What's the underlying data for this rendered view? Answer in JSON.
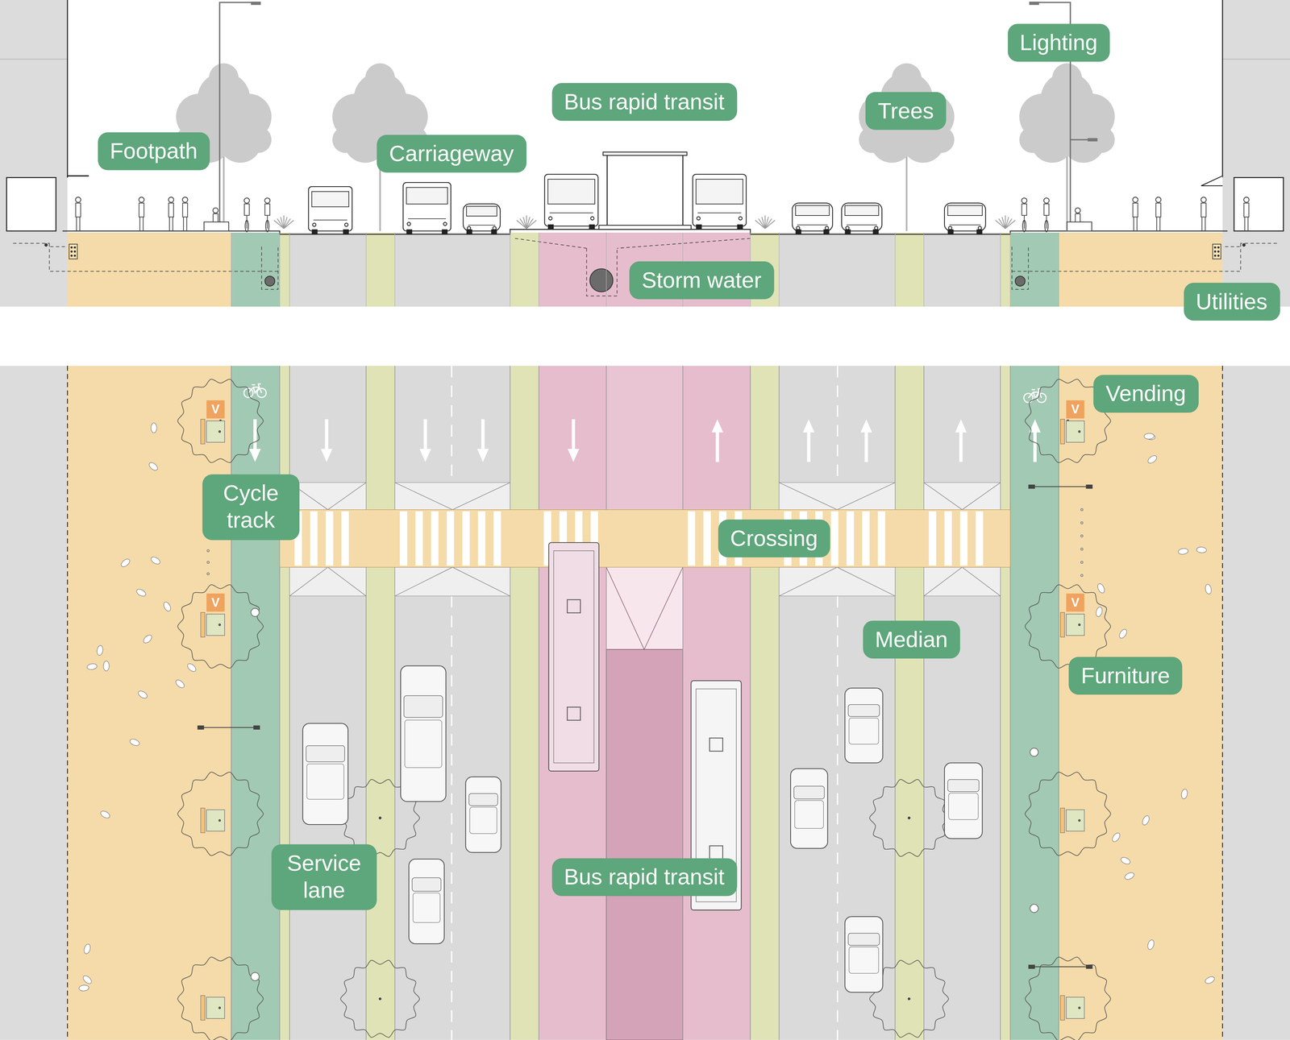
{
  "diagram": {
    "nodes": [
      {
        "text": [
          "Lighting"
        ]
      },
      {
        "text": [
          "Bus rapid transit"
        ]
      },
      {
        "text": [
          "Trees"
        ]
      },
      {
        "text": [
          "Footpath"
        ]
      },
      {
        "text": [
          "Carriageway"
        ]
      },
      {
        "text": [
          "Storm water"
        ]
      },
      {
        "text": [
          "Utilities"
        ]
      },
      {
        "text": [
          "Vending"
        ]
      },
      {
        "text": [
          "Cycle track"
        ]
      },
      {
        "text": [
          "Crossing"
        ]
      },
      {
        "text": [
          "Median"
        ]
      },
      {
        "text": [
          "Furniture"
        ]
      },
      {
        "text": [
          "Service lane"
        ]
      },
      {
        "text": [
          "Bus rapid transit"
        ]
      }
    ],
    "labels": [
      "V",
      "V",
      "V",
      "V"
    ]
  }
}
